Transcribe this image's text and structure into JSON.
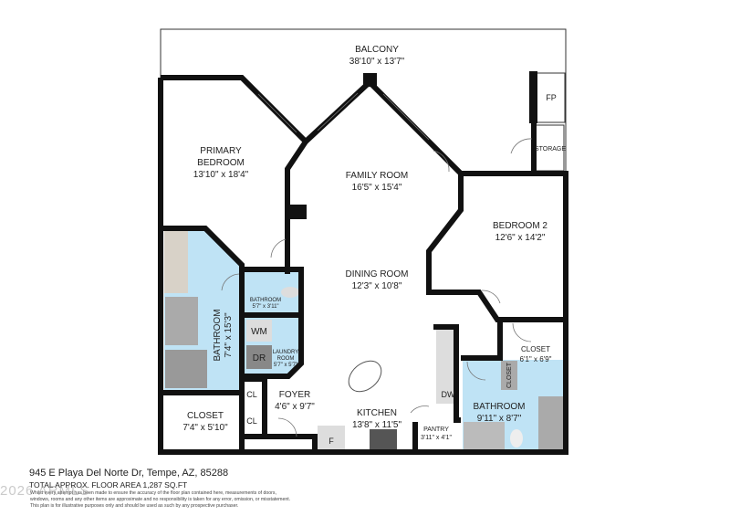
{
  "rooms": {
    "balcony": {
      "name": "BALCONY",
      "dims": "38'10\" x 13'7\""
    },
    "primary_bedroom": {
      "name1": "PRIMARY",
      "name2": "BEDROOM",
      "dims": "13'10\" x 18'4\""
    },
    "family_room": {
      "name": "FAMILY ROOM",
      "dims": "16'5\" x 15'4\""
    },
    "dining_room": {
      "name": "DINING ROOM",
      "dims": "12'3\" x 10'8\""
    },
    "bedroom_2": {
      "name": "BEDROOM 2",
      "dims": "12'6\" x 14'2\""
    },
    "storage": {
      "name": "STORAGE"
    },
    "fireplace": {
      "name": "FP"
    },
    "primary_bathroom": {
      "name": "BATHROOM",
      "dims": "7'4\" x 15'3\""
    },
    "half_bathroom": {
      "name": "BATHROOM",
      "dims": "5'7\" x 3'11\""
    },
    "laundry": {
      "name1": "LAUNDRY",
      "name2": "ROOM",
      "dims": "5'7\" x 5'7\"",
      "washer": "WM",
      "dryer": "DR"
    },
    "primary_closet": {
      "name": "CLOSET",
      "dims": "7'4\" x 5'10\""
    },
    "foyer": {
      "name": "FOYER",
      "dims": "4'6\" x 9'7\"",
      "closet1": "CL",
      "closet2": "CL"
    },
    "kitchen": {
      "name": "KITCHEN",
      "dims": "13'8\" x 11'5\"",
      "fridge": "F",
      "dishwasher": "DW"
    },
    "pantry": {
      "name": "PANTRY",
      "dims": "3'11\" x 4'1\""
    },
    "bedroom2_closet": {
      "name": "CLOSET",
      "dims": "6'1\" x 6'9\""
    },
    "bathroom_2": {
      "name": "BATHROOM",
      "dims": "9'11\" x 8'7\"",
      "closet": "CLOSET"
    }
  },
  "footer": {
    "address": "945 E Playa Del Norte Dr, Tempe, AZ, 85288",
    "total_area": "TOTAL APPROX. FLOOR AREA 1,287 SQ.FT",
    "disclaimer1": "Whilst every attempt has been made to ensure the accuracy of the floor plan contained here, measurements of doors,",
    "disclaimer2": "windows, rooms and any other items are approximate and no responsibility is taken for any error, omission, or misstatement.",
    "disclaimer3": "This plan is for illustrative purposes only and should be used as such by any prospective purchaser.",
    "watermark": "2026 ARMLS"
  },
  "colors": {
    "wall": "#111111",
    "wet_room": "#bfe3f5",
    "fixture": "#a9a9a9"
  }
}
